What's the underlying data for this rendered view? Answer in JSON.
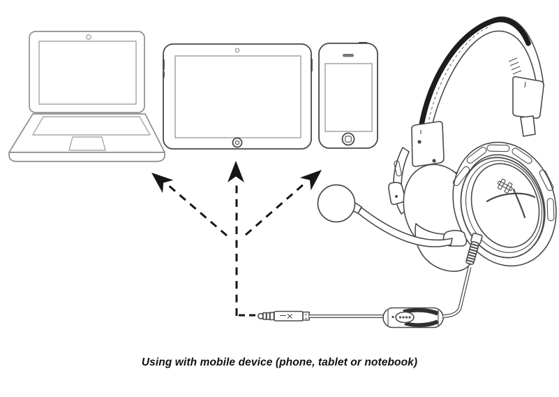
{
  "page": {
    "background": "#ffffff",
    "caption": "Using with mobile device (phone, tablet or notebook)"
  },
  "colors": {
    "page-bg": "#ffffff",
    "ink": "#161616",
    "arrow": "#161616",
    "laptop-stroke": "#8f8f8f",
    "laptop-detail-stroke": "#a6a6a6",
    "device-stroke": "#474747",
    "screen-stroke": "#a3a3a3",
    "headset-stroke": "#4a4a4a",
    "headband-black": "#1d1d1d",
    "caption-color": "#111111"
  },
  "illustration": {
    "devices": [
      {
        "id": "laptop",
        "icon": "laptop-icon"
      },
      {
        "id": "tablet",
        "icon": "tablet-icon"
      },
      {
        "id": "phone",
        "icon": "smartphone-icon"
      }
    ],
    "headset": {
      "icon": "gaming-headset-icon",
      "logo": "HyperX HX emblem",
      "parts": [
        "padded-headband",
        "adjustment-slider",
        "ear-cup",
        "boom-microphone",
        "pop-filter",
        "strain-relief"
      ]
    },
    "cable": {
      "plug": "3.5mm-plug",
      "inline_control": "inline-audio-control"
    },
    "connection": {
      "style": "dashed",
      "targets": [
        "laptop",
        "tablet",
        "phone"
      ]
    }
  }
}
